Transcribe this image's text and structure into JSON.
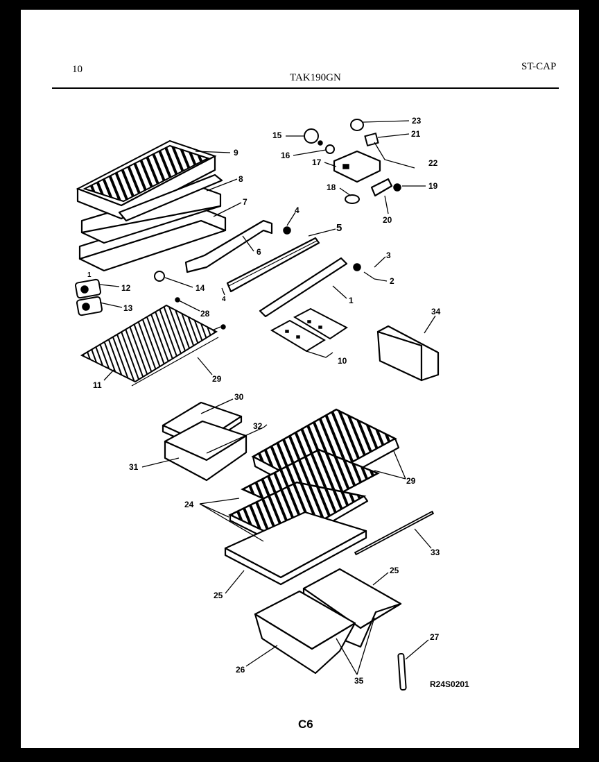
{
  "header": {
    "page_number": "10",
    "model": "TAK190GN",
    "section_code": "ST-CAP"
  },
  "footer": {
    "drawing_code": "R24S0201",
    "page_code": "C6"
  },
  "callouts": [
    "9",
    "8",
    "7",
    "6",
    "5",
    "4",
    "4",
    "3",
    "2",
    "1",
    "1",
    "12",
    "13",
    "14",
    "28",
    "11",
    "29",
    "10",
    "34",
    "15",
    "16",
    "17",
    "18",
    "23",
    "21",
    "22",
    "19",
    "20",
    "30",
    "32",
    "31",
    "24",
    "29",
    "33",
    "25",
    "25",
    "26",
    "35",
    "27"
  ]
}
